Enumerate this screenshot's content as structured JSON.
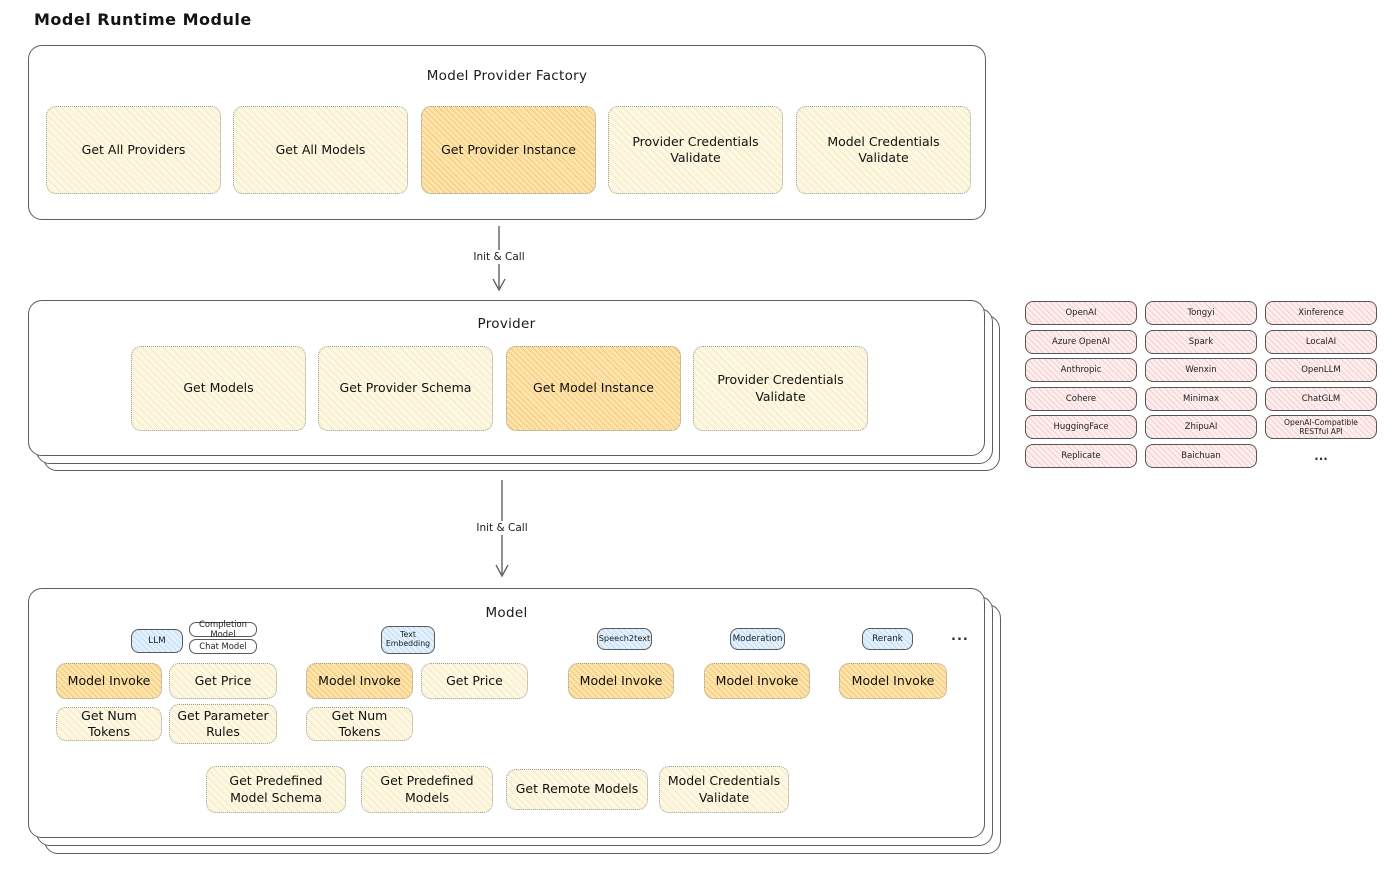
{
  "title": "Model Runtime Module",
  "factory": {
    "title": "Model Provider Factory",
    "ops": [
      {
        "label": "Get All Providers",
        "highlight": false
      },
      {
        "label": "Get All Models",
        "highlight": false
      },
      {
        "label": "Get Provider Instance",
        "highlight": true
      },
      {
        "label": "Provider Credentials Validate",
        "highlight": false
      },
      {
        "label": "Model Credentials Validate",
        "highlight": false
      }
    ]
  },
  "arrows": [
    {
      "label": "Init & Call"
    },
    {
      "label": "Init & Call"
    }
  ],
  "provider": {
    "title": "Provider",
    "ops": [
      {
        "label": "Get Models",
        "highlight": false
      },
      {
        "label": "Get Provider Schema",
        "highlight": false
      },
      {
        "label": "Get Model Instance",
        "highlight": true
      },
      {
        "label": "Provider Credentials Validate",
        "highlight": false
      }
    ]
  },
  "providers_grid": {
    "cells": [
      {
        "label": "OpenAI"
      },
      {
        "label": "Tongyi"
      },
      {
        "label": "Xinference"
      },
      {
        "label": "Azure OpenAI"
      },
      {
        "label": "Spark"
      },
      {
        "label": "LocalAI"
      },
      {
        "label": "Anthropic"
      },
      {
        "label": "Wenxin"
      },
      {
        "label": "OpenLLM"
      },
      {
        "label": "Cohere"
      },
      {
        "label": "Minimax"
      },
      {
        "label": "ChatGLM"
      },
      {
        "label": "HuggingFace"
      },
      {
        "label": "ZhipuAI"
      },
      {
        "label": "OpenAI-Compatible RESTful API"
      },
      {
        "label": "Replicate"
      },
      {
        "label": "Baichuan"
      },
      {
        "label": "..."
      }
    ]
  },
  "model": {
    "title": "Model",
    "tags": [
      {
        "label": "LLM"
      },
      {
        "label": "Completion Model"
      },
      {
        "label": "Chat Model"
      },
      {
        "label": "Text Embedding"
      },
      {
        "label": "Speech2text"
      },
      {
        "label": "Moderation"
      },
      {
        "label": "Rerank"
      }
    ],
    "ellipsis": "...",
    "ops": [
      {
        "label": "Model Invoke",
        "highlight": true
      },
      {
        "label": "Get Price",
        "highlight": false
      },
      {
        "label": "Get Num Tokens",
        "highlight": false
      },
      {
        "label": "Get Parameter Rules",
        "highlight": false
      },
      {
        "label": "Model Invoke",
        "highlight": true
      },
      {
        "label": "Get Price",
        "highlight": false
      },
      {
        "label": "Get Num Tokens",
        "highlight": false
      },
      {
        "label": "Model Invoke",
        "highlight": true
      },
      {
        "label": "Model Invoke",
        "highlight": true
      },
      {
        "label": "Model Invoke",
        "highlight": true
      }
    ],
    "bottom_ops": [
      {
        "label": "Get Predefined Model Schema"
      },
      {
        "label": "Get Predefined Models"
      },
      {
        "label": "Get Remote Models"
      },
      {
        "label": "Model Credentials Validate"
      }
    ]
  },
  "colors": {
    "cream": "#fdf8e4",
    "orange": "#fbe4ad",
    "pink": "#fdefef",
    "blue": "#e3f1fc",
    "outline": "#5e5e5e"
  }
}
